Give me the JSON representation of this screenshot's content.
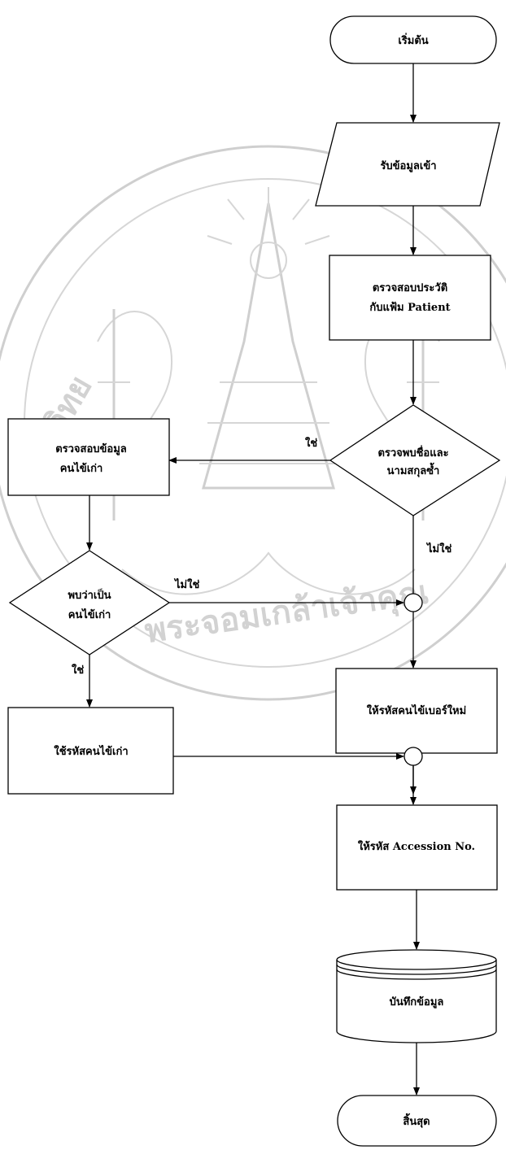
{
  "nodes": {
    "start": "เริ่มต้น",
    "input": "รับข้อมูลเข้า",
    "check_history": [
      "ตรวจสอบประวัติ",
      "กับแฟ้ม Patient"
    ],
    "decision_found": [
      "ตรวจพบชื่อและ",
      "นามสกุลซ้ำ"
    ],
    "check_old": [
      "ตรวจสอบข้อมูล",
      "คนไข้เก่า"
    ],
    "decision_old": [
      "พบว่าเป็น",
      "คนไข้เก่า"
    ],
    "new_hn": "ให้รหัสคนไข้เบอร์ใหม่",
    "use_old": "ใช้รหัสคนไข้เก่า",
    "accession": "ให้รหัส Accession No.",
    "save": "บันทึกข้อมูล",
    "end": "สิ้นสุด"
  },
  "edges": {
    "yes_1": "ใช่",
    "no_1": "ไม่ใช่",
    "no_2": "ไม่ใช่",
    "yes_2": "ใช่"
  },
  "watermark": {
    "text_left": "มหาวิทย",
    "text_bottom": "พระจอมเกล้าเจ้าคุณ"
  }
}
